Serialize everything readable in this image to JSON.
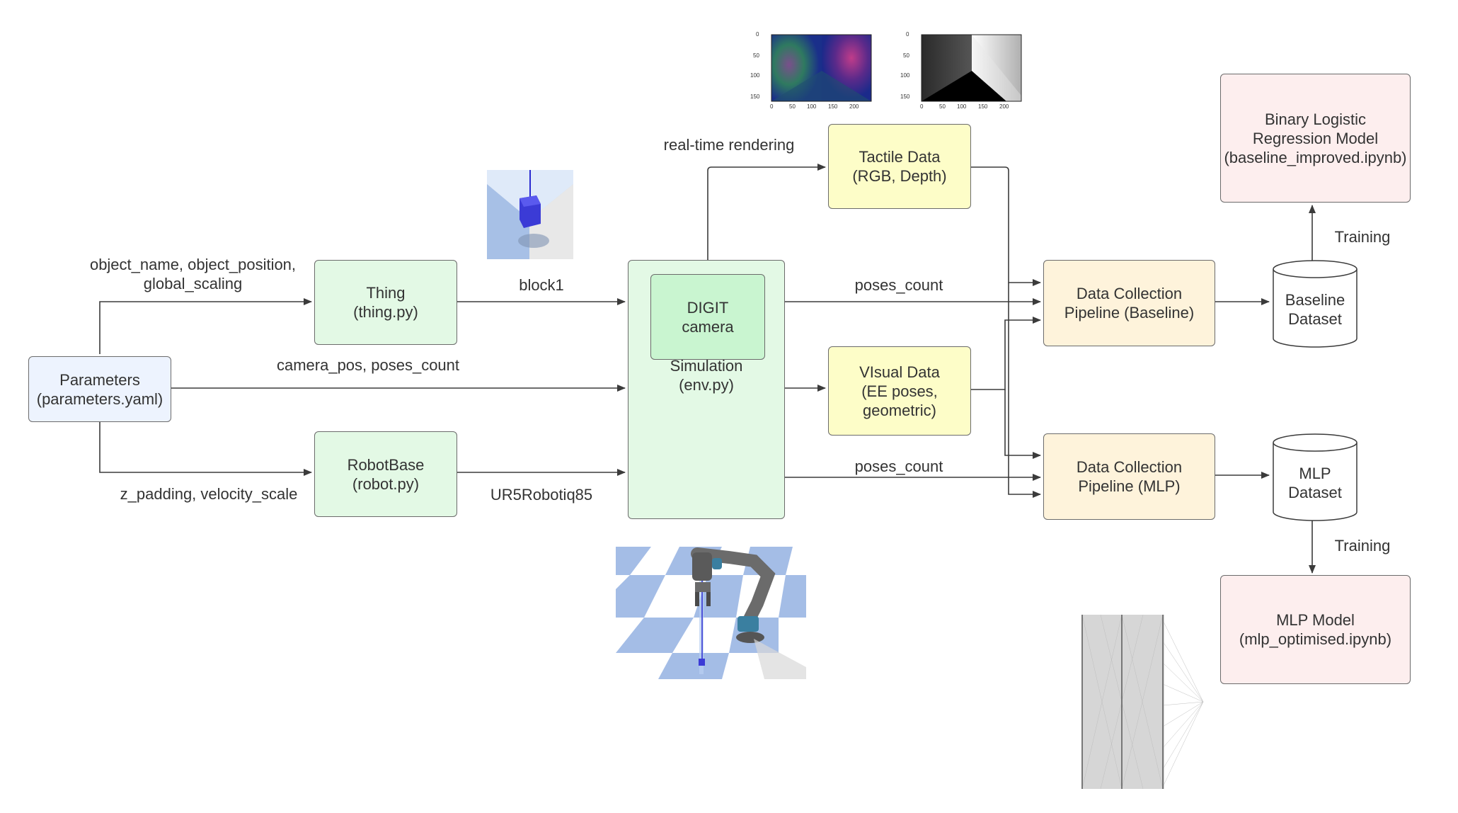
{
  "nodes": {
    "parameters": {
      "line1": "Parameters",
      "line2": "(parameters.yaml)"
    },
    "thing": {
      "line1": "Thing",
      "line2": "(thing.py)"
    },
    "robotbase": {
      "line1": "RobotBase",
      "line2": "(robot.py)"
    },
    "simulation": {
      "line1": "Simulation",
      "line2": "(env.py)"
    },
    "digit": {
      "line1": "DIGIT",
      "line2": "camera"
    },
    "tactile": {
      "line1": "Tactile Data",
      "line2": "(RGB, Depth)"
    },
    "visual": {
      "line1": "VIsual Data",
      "line2": "(EE poses,",
      "line3": "geometric)"
    },
    "pipeline_baseline": {
      "line1": "Data Collection",
      "line2": "Pipeline (Baseline)"
    },
    "pipeline_mlp": {
      "line1": "Data Collection",
      "line2": "Pipeline (MLP)"
    },
    "baseline_dataset": {
      "line1": "Baseline",
      "line2": "Dataset"
    },
    "mlp_dataset": {
      "line1": "MLP",
      "line2": "Dataset"
    },
    "logreg_model": {
      "line1": "Binary Logistic",
      "line2": "Regression Model",
      "line3": "(baseline_improved.ipynb)"
    },
    "mlp_model": {
      "line1": "MLP Model",
      "line2": "(mlp_optimised.ipynb)"
    }
  },
  "edge_labels": {
    "object_params_1": "object_name, object_position,",
    "object_params_2": "global_scaling",
    "camera_params": "camera_pos, poses_count",
    "robot_params": "z_padding, velocity_scale",
    "block1": "block1",
    "ur5": "UR5Robotiq85",
    "realtime": "real-time rendering",
    "poses_count_top": "poses_count",
    "poses_count_bottom": "poses_count",
    "training_top": "Training",
    "training_bottom": "Training"
  },
  "tactile_plots": {
    "y_ticks": [
      "0",
      "50",
      "100",
      "150"
    ],
    "x_ticks": [
      "0",
      "50",
      "100",
      "150",
      "200"
    ]
  },
  "colors": {
    "green": "#e3f9e5",
    "digit_green": "#c9f5d0",
    "blue": "#edf3fe",
    "yellow": "#fdfdc8",
    "orange": "#fef3db",
    "pink": "#fdeeee",
    "stroke": "#6b6b6b",
    "arrow": "#3b3b3b"
  }
}
